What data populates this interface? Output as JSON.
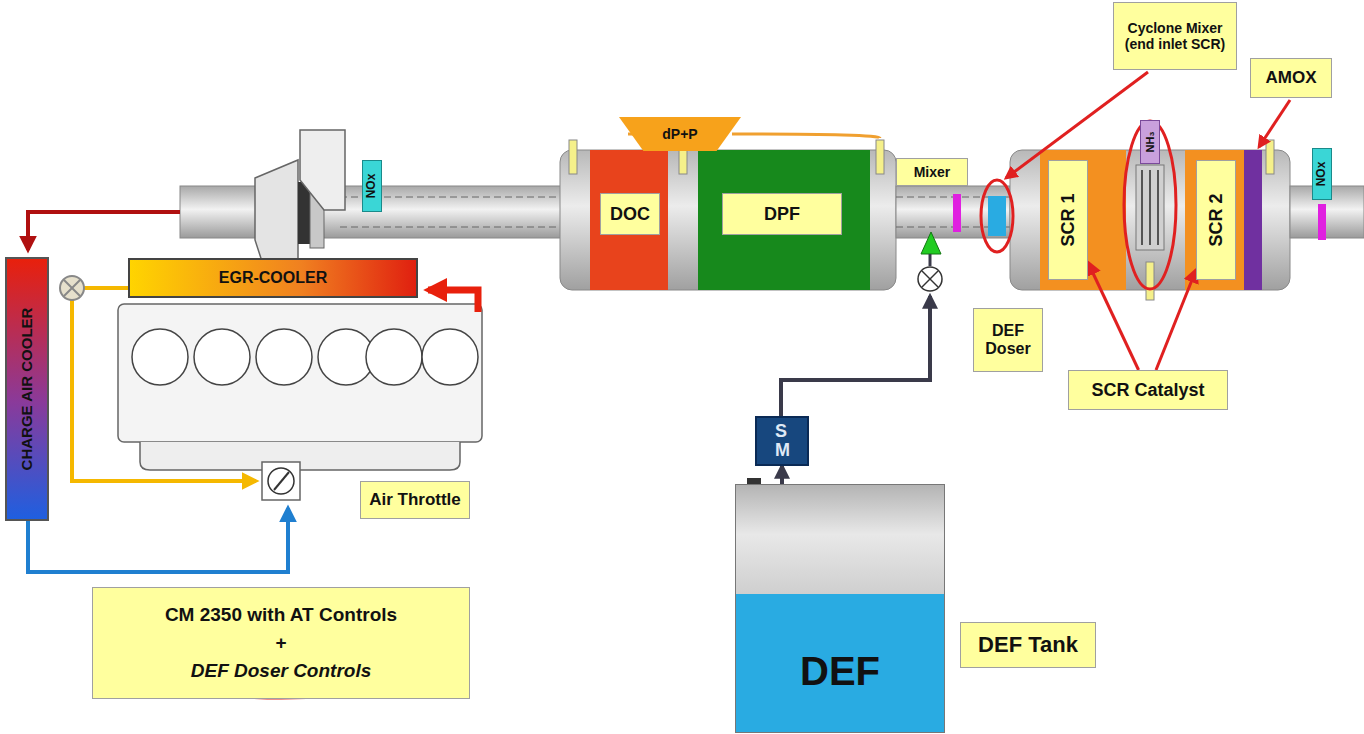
{
  "diagram": {
    "nodes": [
      {
        "text": [
          "Cyclone Mixer (end inlet SCR)"
        ]
      },
      {
        "text": [
          "AMOX"
        ]
      },
      {
        "text": [
          "dP+P"
        ]
      },
      {
        "text": [
          "NH₃"
        ]
      },
      {
        "text": [
          "NOx"
        ]
      },
      {
        "text": [
          "DOC"
        ]
      },
      {
        "text": [
          "DPF"
        ]
      },
      {
        "text": [
          "Mixer"
        ]
      },
      {
        "text": [
          "SCR 1"
        ]
      },
      {
        "text": [
          "SCR 2"
        ]
      },
      {
        "text": [
          "NOx"
        ]
      },
      {
        "text": [
          "CHARGE AIR COOLER"
        ]
      },
      {
        "text": [
          "EGR-COOLER"
        ]
      },
      {
        "text": [
          "DEF Doser"
        ]
      },
      {
        "text": [
          "SCR Catalyst"
        ]
      },
      {
        "text": [
          "S M"
        ]
      },
      {
        "text": [
          "Air Throttle"
        ]
      },
      {
        "text": [
          "DEF"
        ]
      },
      {
        "text": [
          "DEF Tank"
        ]
      },
      {
        "text": [
          "CM 2350 with AT Controls",
          "+",
          "DEF Doser Controls"
        ]
      }
    ],
    "edges": [
      {
        "from": 14,
        "to": 8,
        "arrow": "to"
      },
      {
        "from": 14,
        "to": 9,
        "arrow": "to"
      },
      {
        "from": 17,
        "to": 15,
        "arrow": "to"
      }
    ]
  }
}
